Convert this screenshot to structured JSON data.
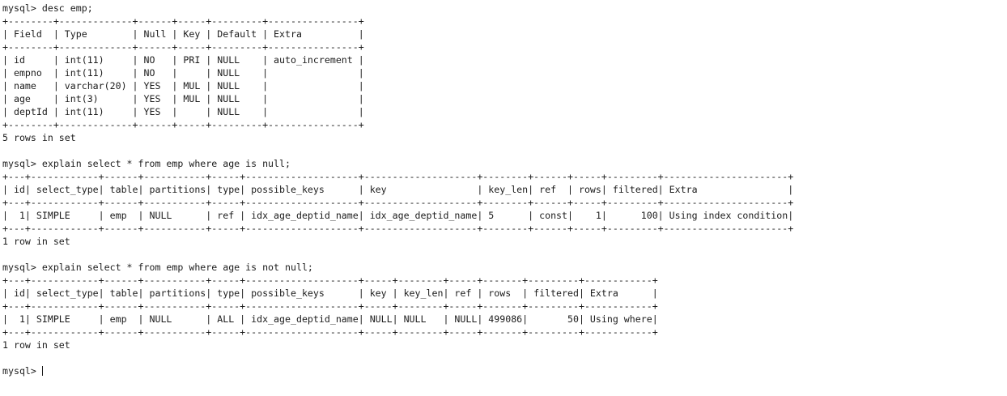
{
  "terminal": {
    "prompt": "mysql> ",
    "cursor": "block-cursor",
    "background_color": "#ffffff",
    "text_color": "#1c1c1c"
  },
  "session": {
    "commands": [
      {
        "prompt": "mysql> ",
        "command": "desc emp;",
        "result_table": {
          "columns": [
            "Field",
            "Type",
            "Null",
            "Key",
            "Default",
            "Extra"
          ],
          "widths": [
            7,
            12,
            5,
            4,
            8,
            15
          ],
          "aligns": [
            "left",
            "left",
            "left",
            "left",
            "left",
            "left"
          ],
          "rows": [
            [
              "id",
              "int(11)",
              "NO",
              "PRI",
              "NULL",
              "auto_increment"
            ],
            [
              "empno",
              "int(11)",
              "NO",
              "",
              "NULL",
              ""
            ],
            [
              "name",
              "varchar(20)",
              "YES",
              "MUL",
              "NULL",
              ""
            ],
            [
              "age",
              "int(3)",
              "YES",
              "MUL",
              "NULL",
              ""
            ],
            [
              "deptId",
              "int(11)",
              "YES",
              "",
              "NULL",
              ""
            ]
          ]
        },
        "status": "5 rows in set"
      },
      {
        "prompt": "mysql> ",
        "command": "explain select * from emp where age is null;",
        "result_table": {
          "columns": [
            "id",
            "select_type",
            "table",
            "partitions",
            "type",
            "possible_keys",
            "key",
            "key_len",
            "ref",
            "rows",
            "filtered",
            "Extra"
          ],
          "widths": [
            2,
            11,
            5,
            10,
            4,
            19,
            19,
            7,
            5,
            4,
            8,
            21
          ],
          "aligns": [
            "right",
            "left",
            "left",
            "left",
            "left",
            "left",
            "left",
            "left",
            "left",
            "right",
            "right",
            "left"
          ],
          "rows": [
            [
              "1",
              "SIMPLE",
              "emp",
              "NULL",
              "ref",
              "idx_age_deptid_name",
              "idx_age_deptid_name",
              "5",
              "const",
              "1",
              "100",
              "Using index condition"
            ]
          ]
        },
        "status": "1 row in set"
      },
      {
        "prompt": "mysql> ",
        "command": "explain select * from emp where age is not null;",
        "result_table": {
          "columns": [
            "id",
            "select_type",
            "table",
            "partitions",
            "type",
            "possible_keys",
            "key",
            "key_len",
            "ref",
            "rows",
            "filtered",
            "Extra"
          ],
          "widths": [
            2,
            11,
            5,
            10,
            4,
            19,
            4,
            7,
            4,
            6,
            8,
            11
          ],
          "aligns": [
            "right",
            "left",
            "left",
            "left",
            "left",
            "left",
            "left",
            "left",
            "left",
            "right",
            "right",
            "left"
          ],
          "rows": [
            [
              "1",
              "SIMPLE",
              "emp",
              "NULL",
              "ALL",
              "idx_age_deptid_name",
              "NULL",
              "NULL",
              "NULL",
              "499086",
              "50",
              "Using where"
            ]
          ]
        },
        "status": "1 row in set"
      }
    ],
    "final_prompt": "mysql> "
  }
}
